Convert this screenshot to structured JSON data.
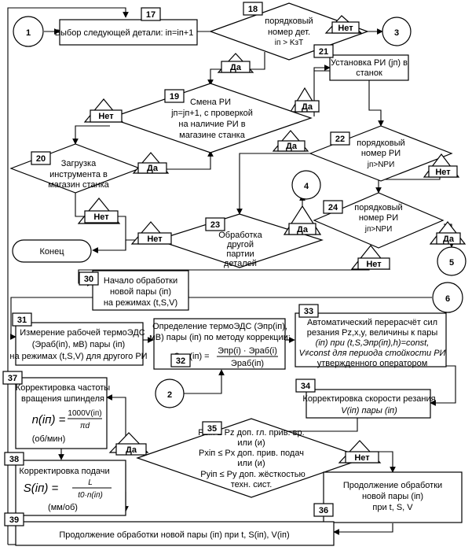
{
  "circles": {
    "c1": "1",
    "c2": "2",
    "c3": "3",
    "c4": "4",
    "c5": "5",
    "c6": "6"
  },
  "yes": "Да",
  "no": "Нет",
  "terminator": "Конец",
  "nums": {
    "n17": "17",
    "n18": "18",
    "n19": "19",
    "n20": "20",
    "n21": "21",
    "n22": "22",
    "n23": "23",
    "n24": "24",
    "n30": "30",
    "n31": "31",
    "n32": "32",
    "n33": "33",
    "n34": "34",
    "n35": "35",
    "n36": "36",
    "n37": "37",
    "n38": "38",
    "n39": "39"
  },
  "b17": "Выбор следующей детали: iп=iп+1",
  "d18": [
    "порядковый",
    "номер дет.",
    "iп > KзТ"
  ],
  "b21": [
    "Установка РИ (jп) в",
    "станок"
  ],
  "d19": [
    "Смена РИ",
    "jп=jп+1, с проверкой",
    "на наличие РИ в",
    "магазине станка"
  ],
  "d22": [
    "порядковый",
    "номер РИ",
    "jп>NРИ"
  ],
  "d20": [
    "Загрузка",
    "инструмента в",
    "магазин станка"
  ],
  "d24": [
    "порядковый",
    "номер РИ",
    "jп>NРИ"
  ],
  "d23": [
    "Обработка",
    "другой",
    "партии",
    "деталей"
  ],
  "b30": [
    "Начало обработки",
    "новой пары (iп)",
    "на режимах (t,S,V)"
  ],
  "b31": [
    "Измерение рабочей термоЭДС",
    "(Эраб(iп), мВ) пары (iп)",
    "на режимах (t,S,V) для другого РИ"
  ],
  "b32": [
    "Определение термоЭДС (Эпр(iп),",
    "мВ) пары (iп) по методу коррекции:"
  ],
  "b32_formula": {
    "lhs": "Эпр(iп) =",
    "numerator": "Эпр(i) · Эраб(i)",
    "denominator": "Эраб(iп)"
  },
  "b33": [
    "Автоматический перерасчёт сил",
    "резания Pz,x,y, величины к пары",
    "(iп) при (t,S,Эпр(iп),h)=const,",
    "V≠const для периода стойкости РИ",
    "утвержденного оператором"
  ],
  "b34": [
    "Корректировка скорости резания",
    "V(iп) пары (iп)"
  ],
  "b37": [
    "Корректировка частоты",
    "вращения шпинделя"
  ],
  "b37_formula": {
    "lhs": "n(iп) =",
    "numerator": "1000V(iп)",
    "denominator": "πd",
    "unit": "(об/мин)"
  },
  "d35": [
    "Pziп ≤ Pz доп. гл. прив. вр.",
    "или (и)",
    "Pxiп ≤ Px доп. прив. подач",
    "или (и)",
    "Pyiп ≤ Py доп. жёсткостью",
    "техн. сист."
  ],
  "b38": [
    "Корректировка подачи"
  ],
  "b38_formula": {
    "lhs": "S(iп) =",
    "numerator": "L",
    "denominator": "t0·n(iп)",
    "unit": "(мм/об)"
  },
  "b36": [
    "Продолжение обработки",
    "новой пары (iп)",
    "при t, S, V"
  ],
  "b39": "Продолжение обработки новой пары (iп) при t, S(iп), V(iп)"
}
